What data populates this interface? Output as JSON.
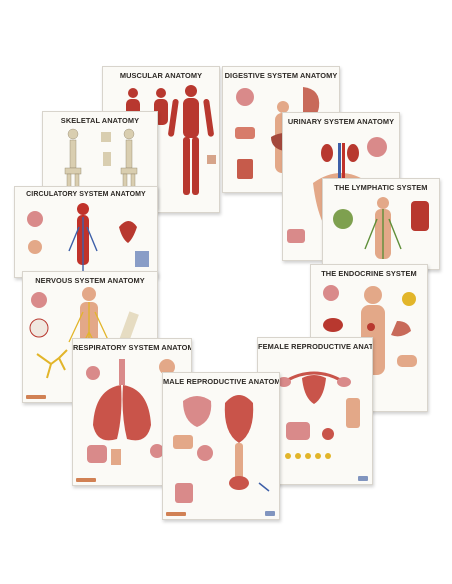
{
  "posters": {
    "muscular": "MUSCULAR ANATOMY",
    "digestive": "DIGESTIVE SYSTEM ANATOMY",
    "skeletal": "SKELETAL ANATOMY",
    "urinary": "URINARY SYSTEM ANATOMY",
    "circulatory": "CIRCULATORY SYSTEM ANATOMY",
    "lymphatic": "THE LYMPHATIC SYSTEM",
    "nervous": "NERVOUS SYSTEM ANATOMY",
    "endocrine": "THE ENDOCRINE SYSTEM",
    "respiratory": "RESPIRATORY SYSTEM ANATOMY",
    "female": "FEMALE REPRODUCTIVE ANATOMY",
    "male": "MALE REPRODUCTIVE ANATOMY"
  },
  "colors": {
    "muscle": "#b8382f",
    "bone": "#e6dcc2",
    "vessel_red": "#c0322a",
    "vessel_blue": "#3d5fa8",
    "nerve": "#e2b52a",
    "lymph": "#5f8f3a",
    "skin": "#e3a888",
    "organ_pink": "#d98a8a"
  }
}
